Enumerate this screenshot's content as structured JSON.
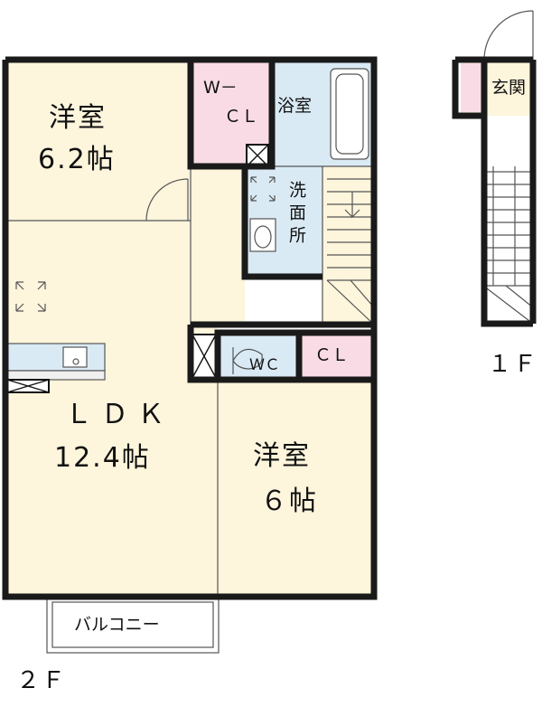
{
  "colors": {
    "room": "#fdf5dc",
    "wet": "#daeaf4",
    "closet": "#f9dbe6",
    "wall": "#1a1a1a",
    "line": "#555555"
  },
  "rooms": {
    "western1_name": "洋室",
    "western1_size": "6.2帖",
    "wcl_top": "W－",
    "wcl_bottom": "ＣＬ",
    "bath": "浴室",
    "washroom": "洗面所",
    "ldk_name": "ＬＤＫ",
    "ldk_size": "12.4帖",
    "wc": "ＷＣ",
    "cl": "ＣＬ",
    "western2_name": "洋室",
    "western2_size": "６帖",
    "balcony": "バルコニー",
    "entrance": "玄関"
  },
  "floors": {
    "second": "２Ｆ",
    "first": "１Ｆ"
  }
}
